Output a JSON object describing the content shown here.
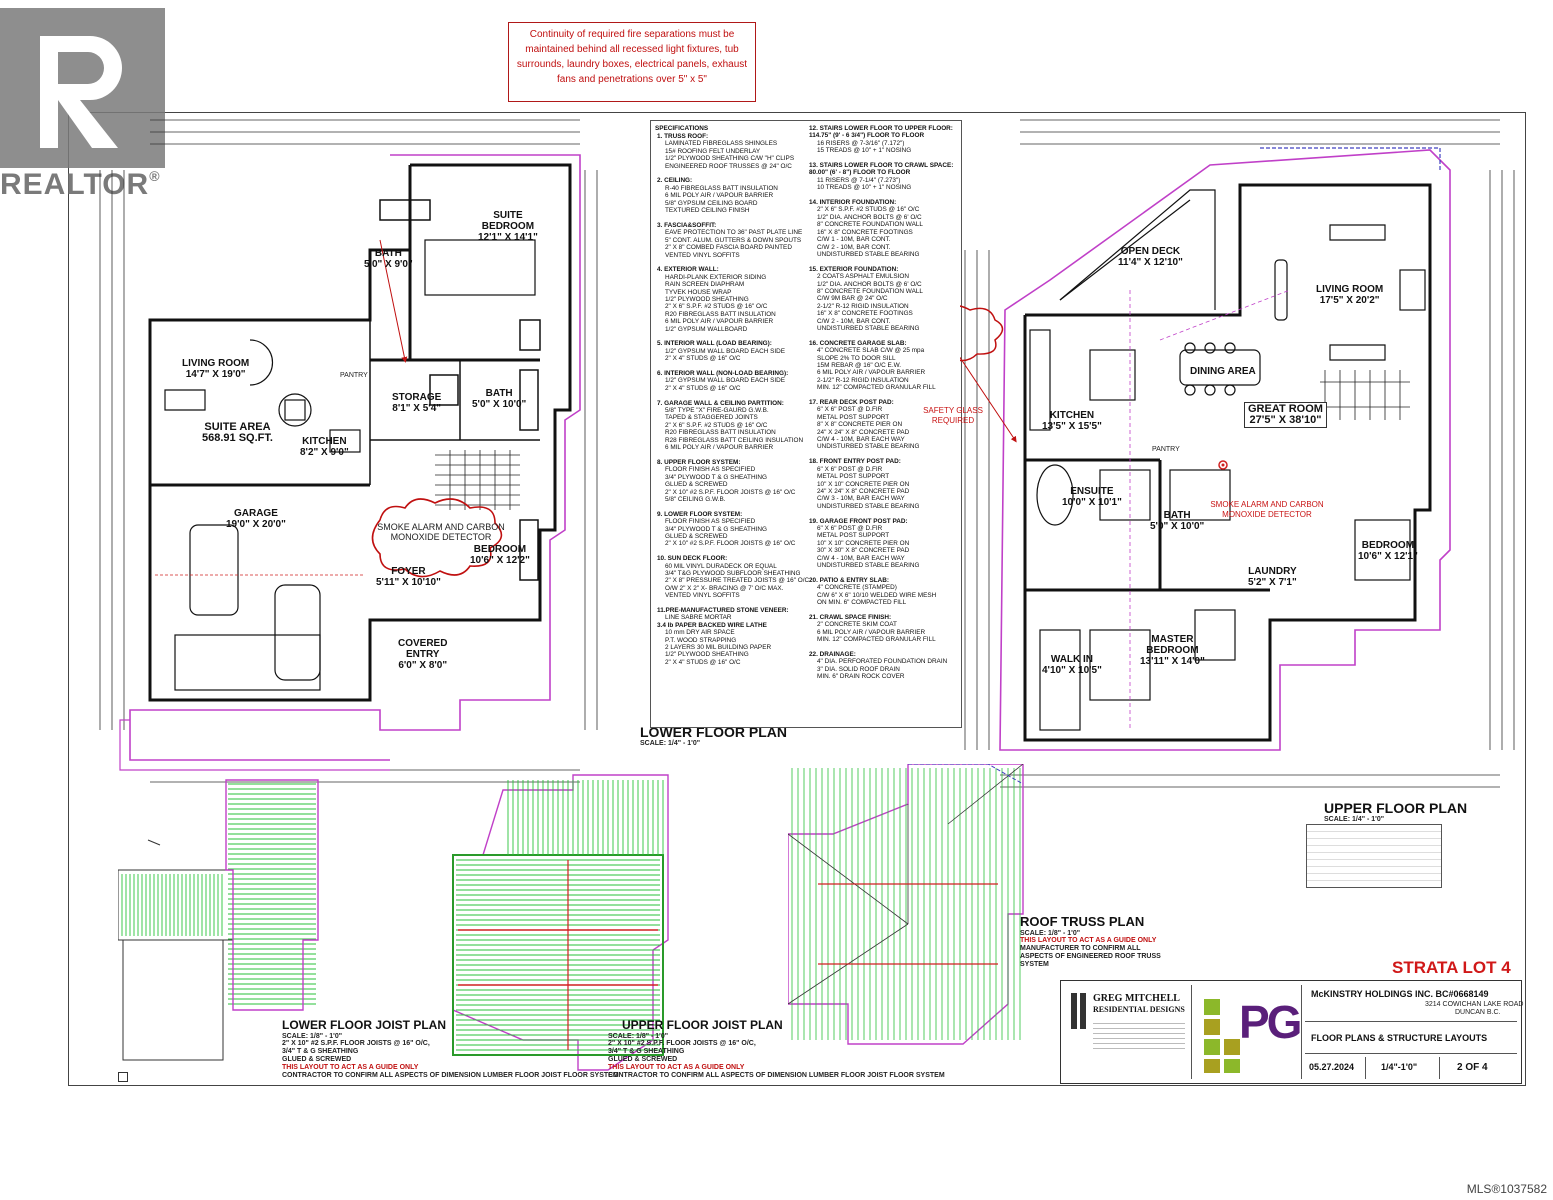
{
  "watermark": {
    "brand": "REALTOR",
    "mark": "®",
    "mls": "MLS®1037582"
  },
  "notice": "Continuity of required fire separations must be maintained behind all recessed light fixtures, tub surrounds, laundry boxes, electrical panels, exhaust fans and penetrations over 5\" x 5\"",
  "lower_plan": {
    "title": "LOWER FLOOR PLAN",
    "scale": "SCALE: 1/4\" - 1'0\"",
    "rooms": [
      {
        "name": "SUITE",
        "sub": "BEDROOM",
        "dims": "12'1\" X 14'1\""
      },
      {
        "name": "BATH",
        "dims": "5'0\" X 9'0\""
      },
      {
        "name": "LIVING ROOM",
        "dims": "14'7\" X 19'0\""
      },
      {
        "name": "SUITE AREA",
        "dims": "568.91 SQ.FT."
      },
      {
        "name": "KITCHEN",
        "dims": "8'2\" X 9'0\""
      },
      {
        "name": "STORAGE",
        "dims": "8'1\" X 5'4\""
      },
      {
        "name": "BATH",
        "dims": "5'0\" X 10'0\""
      },
      {
        "name": "GARAGE",
        "dims": "19'0\" X 20'0\""
      },
      {
        "name": "FOYER",
        "dims": "5'11\" X 10'10\""
      },
      {
        "name": "BEDROOM",
        "dims": "10'6\" X 12'2\""
      },
      {
        "name": "COVERED",
        "sub": "ENTRY",
        "dims": "6'0\" X 8'0\""
      }
    ],
    "smoke_note": "SMOKE ALARM AND CARBON MONOXIDE DETECTOR",
    "pantry": "PANTRY"
  },
  "upper_plan": {
    "title": "UPPER FLOOR PLAN",
    "scale": "SCALE: 1/4\" - 1'0\"",
    "rooms": [
      {
        "name": "OPEN DECK",
        "dims": "11'4\" X 12'10\""
      },
      {
        "name": "LIVING ROOM",
        "dims": "17'5\" X 20'2\""
      },
      {
        "name": "KITCHEN",
        "dims": "13'5\" X 15'5\""
      },
      {
        "name": "DINING AREA",
        "dims": ""
      },
      {
        "name": "GREAT ROOM",
        "dims": "27'5\" X 38'10\""
      },
      {
        "name": "ENSUITE",
        "dims": "10'0\" X 10'1\""
      },
      {
        "name": "BATH",
        "dims": "5'0\" X 10'0\""
      },
      {
        "name": "BEDROOM",
        "dims": "10'6\" X 12'1\""
      },
      {
        "name": "LAUNDRY",
        "dims": "5'2\" X 7'1\""
      },
      {
        "name": "WALK IN",
        "dims": "4'10\" X 10'5\""
      },
      {
        "name": "MASTER",
        "sub": "BEDROOM",
        "dims": "13'11\" X 14'0\""
      }
    ],
    "safety_glass": "SAFETY GLASS REQUIRED",
    "smoke_note": "SMOKE ALARM AND CARBON MONOXIDE DETECTOR",
    "pantry": "PANTRY"
  },
  "joist_plans": {
    "lower": {
      "title": "LOWER FLOOR JOIST PLAN",
      "scale": "SCALE: 1/8\" - 1'0\"",
      "lines": [
        "2\" X 10\" #2 S.P.F. FLOOR JOISTS @ 16\" O/C,",
        "3/4\" T & G SHEATHING",
        "GLUED & SCREWED"
      ],
      "guide": "THIS LAYOUT TO ACT AS A GUIDE ONLY",
      "confirm": "CONTRACTOR TO CONFIRM ALL ASPECTS OF DIMENSION LUMBER FLOOR JOIST FLOOR SYSTEM"
    },
    "upper": {
      "title": "UPPER FLOOR JOIST PLAN",
      "scale": "SCALE: 1/8\" - 1'0\"",
      "lines": [
        "2\" X 10\" #2 S.P.F. FLOOR JOISTS @ 16\" O/C,",
        "3/4\" T & G SHEATHING",
        "GLUED & SCREWED"
      ],
      "guide": "THIS LAYOUT TO ACT AS A GUIDE ONLY",
      "confirm": "CONTRACTOR TO CONFIRM ALL ASPECTS OF DIMENSION LUMBER FLOOR JOIST FLOOR SYSTEM"
    },
    "roof": {
      "title": "ROOF TRUSS PLAN",
      "scale": "SCALE: 1/8\" - 1'0\"",
      "guide": "THIS LAYOUT TO ACT AS A GUIDE ONLY",
      "confirm": "MANUFACTURER TO CONFIRM ALL ASPECTS OF ENGINEERED ROOF TRUSS SYSTEM"
    }
  },
  "specifications": {
    "heading": "SPECIFICATIONS",
    "col1": [
      "1. TRUSS ROOF:",
      "LAMINATED FIBREGLASS SHINGLES",
      "15# ROOFING FELT UNDERLAY",
      "1/2\" PLYWOOD SHEATHING C/W \"H\" CLIPS",
      "ENGINEERED ROOF TRUSSES @ 24\" O/C",
      "",
      "2. CEILING:",
      "R-40 FIBREGLASS BATT INSULATION",
      "6 MIL POLY AIR / VAPOUR BARRIER",
      "5/8\" GYPSUM CEILING BOARD",
      "TEXTURED CEILING FINISH",
      "",
      "3. FASCIA&SOFFIT:",
      "EAVE PROTECTION TO 36\" PAST PLATE LINE",
      "5\" CONT. ALUM. GUTTERS & DOWN SPOUTS",
      "2\" X 8\" COMBED FASCIA BOARD PAINTED",
      "VENTED VINYL SOFFITS",
      "",
      "4. EXTERIOR WALL:",
      "HARDI-PLANK EXTERIOR SIDING",
      "RAIN SCREEN DIAPHRAM",
      "TYVEK HOUSE WRAP",
      "1/2\" PLYWOOD SHEATHING",
      "2\" X 6\" S.P.F. #2 STUDS @ 16\" O/C",
      "R20 FIBREGLASS BATT INSULATION",
      "6 MIL POLY AIR / VAPOUR BARRIER",
      "1/2\" GYPSUM WALLBOARD",
      "",
      "5. INTERIOR WALL (LOAD BEARING):",
      "1/2\" GYPSUM WALL BOARD EACH SIDE",
      "2\" X 4\" STUDS @ 16\" O/C",
      "",
      "6. INTERIOR WALL (NON-LOAD BEARING):",
      "1/2\" GYPSUM WALL BOARD EACH SIDE",
      "2\" X 4\" STUDS @ 16\" O/C",
      "",
      "7. GARAGE WALL & CEILING PARTITION:",
      "5/8\" TYPE \"X\" FIRE-GAURD G.W.B.",
      "TAPED & STAGGERED JOINTS",
      "2\" X 6\" S.P.F. #2 STUDS @ 16\" O/C",
      "R20 FIBREGLASS BATT INSULATION",
      "R28 FIBREGLASS BATT CEILING INSULATION",
      "6 MIL POLY AIR / VAPOUR BARRIER",
      "",
      "8. UPPER FLOOR SYSTEM:",
      "FLOOR FINISH AS SPECIFIED",
      "3/4\" PLYWOOD T & G SHEATHING",
      "GLUED & SCREWED",
      "2\" X 10\" #2 S.P.F. FLOOR JOISTS @ 16\" O/C",
      "5/8\" CEILING G.W.B.",
      "",
      "9. LOWER FLOOR SYSTEM:",
      "FLOOR FINISH AS SPECIFIED",
      "3/4\" PLYWOOD T & G SHEATHING",
      "GLUED & SCREWED",
      "2\" X 10\" #2 S.P.F. FLOOR JOISTS @ 16\" O/C",
      "",
      "10. SUN DECK FLOOR:",
      "60 MIL VINYL DURADECK OR EQUAL",
      "3/4\" T&G PLYWOOD SUBFLOOR SHEATHING",
      "2\" X 8\" PRESSURE TREATED JOISTS @ 16\" O/C",
      "O/W 2\" X 2\" X- BRACING @ 7' O/C MAX.",
      "VENTED VINYL SOFFITS",
      "",
      "11.PRE-MANUFACTURED STONE VENEER:",
      "LINE SABRE MORTAR",
      "3.4 lb PAPER BACKED WIRE LATHE",
      "10 mm DRY AIR SPACE",
      "P.T. WOOD STRAPPING",
      "2 LAYERS 30 MIL BUILDING PAPER",
      "1/2\" PLYWOOD SHEATHING",
      "2\" X 4\" STUDS @ 16\" O/C"
    ],
    "col2": [
      "12. STAIRS LOWER FLOOR TO UPPER FLOOR:",
      "114.75\" (9' - 6 3/4\") FLOOR TO FLOOR",
      "16 RISERS @ 7-3/16\" (7.172\")",
      "15 TREADS @ 10\" + 1\" NOSING",
      "",
      "13. STAIRS LOWER FLOOR TO CRAWL SPACE:",
      "80.00\" (6' - 8\") FLOOR TO FLOOR",
      "11 RISERS @ 7-1/4\" (7.273\")",
      "10 TREADS @ 10\" + 1\" NOSING",
      "",
      "14. INTERIOR FOUNDATION:",
      "2\" X 6\" S.P.F. #2 STUDS @ 16\" O/C",
      "1/2\" DIA. ANCHOR BOLTS @ 6' O/C",
      "8\" CONCRETE FOUNDATION WALL",
      "16\" X 8\" CONCRETE FOOTINGS",
      "C/W 1 - 10M, BAR CONT.",
      "C/W 2 - 10M, BAR CONT.",
      "UNDISTURBED STABLE BEARING",
      "",
      "15. EXTERIOR FOUNDATION:",
      "2 COATS ASPHALT EMULSION",
      "1/2\" DIA. ANCHOR BOLTS @ 6' O/C",
      "8\" CONCRETE FOUNDATION WALL",
      "C/W 9M BAR @ 24\" O/C",
      "2-1/2\" R-12 RIGID INSULATION",
      "16\" X 8\" CONCRETE FOOTINGS",
      "C/W 2 - 10M, BAR CONT.",
      "UNDISTURBED STABLE BEARING",
      "",
      "16. CONCRETE GARAGE SLAB:",
      "4\" CONCRETE SLAB C/W @ 25 mpa",
      "SLOPE 2% TO DOOR SILL",
      "15M REBAR @ 16\" O/C E.W.",
      "6 MIL POLY AIR / VAPOUR BARRIER",
      "2-1/2\" R-12 RIGID INSULATION",
      "MIN. 12\" COMPACTED GRANULAR FILL",
      "",
      "17. REAR DECK POST PAD:",
      "6\" X 6\" POST @ D.FIR",
      "METAL POST SUPPORT",
      "8\" X 8\" CONCRETE PIER ON",
      "24\" X 24\" X 8\" CONCRETE PAD",
      "C/W 4 - 10M, BAR EACH WAY",
      "UNDISTURBED STABLE BEARING",
      "",
      "18. FRONT ENTRY POST PAD:",
      "6\" X 6\" POST @ D.FIR",
      "METAL POST SUPPORT",
      "10\" X 10\" CONCRETE PIER ON",
      "24\" X 24\" X 8\" CONCRETE PAD",
      "C/W 3 - 10M, BAR EACH WAY",
      "UNDISTURBED STABLE BEARING",
      "",
      "19. GARAGE FRONT POST PAD:",
      "6\" X 6\" POST @ D.FIR",
      "METAL POST SUPPORT",
      "10\" X 10\" CONCRETE PIER ON",
      "30\" X 30\" X 8\" CONCRETE PAD",
      "C/W 4 - 10M, BAR EACH WAY",
      "UNDISTURBED STABLE BEARING",
      "",
      "20. PATIO & ENTRY SLAB:",
      "4\" CONCRETE (STAMPED)",
      "C/W 6\" X 6\" 10/10 WELDED WIRE MESH",
      "ON MIN. 6\" COMPACTED FILL",
      "",
      "21. CRAWL SPACE FINISH:",
      "2\" CONCRETE SKIM COAT",
      "6 MIL POLY AIR / VAPOUR BARRIER",
      "MIN. 12\" COMPACTED GRANULAR FILL",
      "",
      "22. DRAINAGE:",
      "4\" DIA. PERFORATED FOUNDATION DRAIN",
      "3\" DIA. SOLID ROOF DRAIN",
      "MIN. 6\" DRAIN ROCK COVER"
    ]
  },
  "title_block": {
    "strata": "STRATA LOT 4",
    "designer_line1": "GREG MITCHELL",
    "designer_line2": "RESIDENTIAL DESIGNS",
    "client": "McKINSTRY HOLDINGS INC. BC#0668149",
    "address1": "3214 COWICHAN LAKE ROAD",
    "address2": "DUNCAN B.C.",
    "drawing": "FLOOR PLANS & STRUCTURE LAYOUTS",
    "date": "05.27.2024",
    "scale": "1/4\"-1'0\"",
    "sheet": "2 OF 4",
    "logo": "PG",
    "colors": {
      "logo_purple": "#5a1f7a",
      "logo_green": "#8cb82a",
      "logo_olive": "#a8a020",
      "plan_magenta": "#c040c8",
      "joist_green": "#2ac23a",
      "strata_red": "#d01818"
    }
  }
}
